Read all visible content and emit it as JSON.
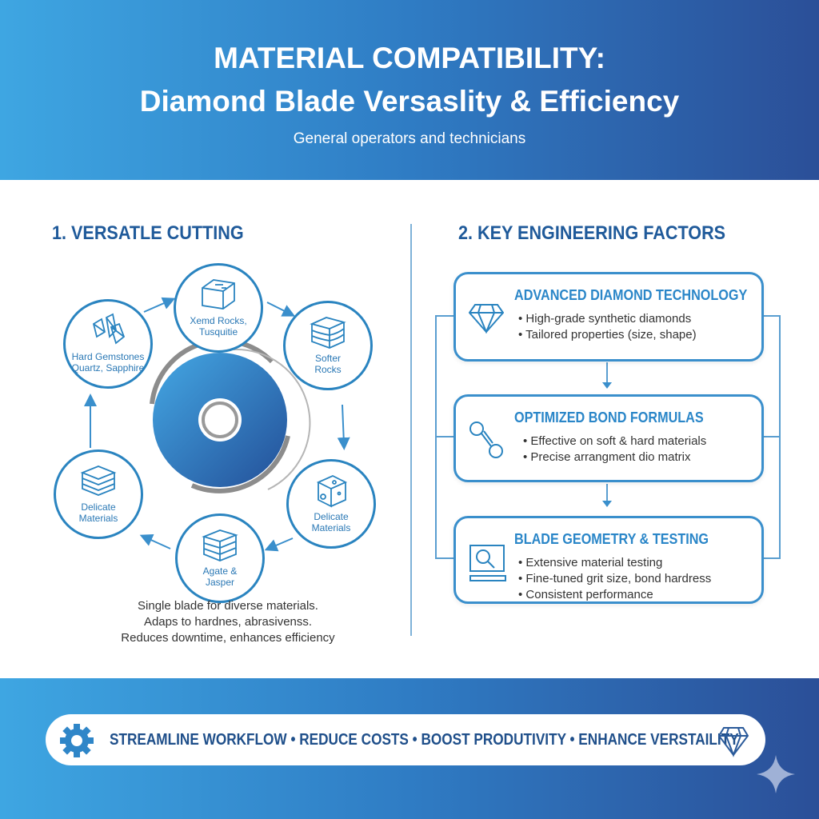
{
  "header": {
    "title_line1": "MATERIAL COMPATIBILITY:",
    "title_line2": "Diamond Blade Versaslity & Efficiency",
    "subtitle": "General operators and technicians"
  },
  "left": {
    "heading": "1. VERSATLE CUTTING",
    "nodes": [
      {
        "line1": "Xemd Rocks,",
        "line2": "Tusquitie",
        "icon": "stone-block-icon"
      },
      {
        "line1": "Softer",
        "line2": "Rocks",
        "icon": "layered-rock-icon"
      },
      {
        "line1": "Delicate",
        "line2": "Materials",
        "icon": "porous-cube-icon"
      },
      {
        "line1": "Agate &",
        "line2": "Jasper",
        "icon": "banded-stone-icon"
      },
      {
        "line1": "Delicate",
        "line2": "Materials",
        "icon": "stacked-layers-icon"
      },
      {
        "line1": "Hard Gemstones",
        "line2": "Quartz, Sapphire",
        "icon": "crystals-icon"
      }
    ],
    "description": [
      "Single blade for diverse materials.",
      "Adaps to hardnes, abrasivenss.",
      "Reduces downtime, enhances efficiency"
    ]
  },
  "right": {
    "heading": "2. KEY ENGINEERING FACTORS",
    "cards": [
      {
        "title": "ADVANCED DIAMOND TECHNOLOGY",
        "icon": "diamond-icon",
        "bullets": [
          "High-grade synthetic diamonds",
          "Tailored properties (size, shape)"
        ]
      },
      {
        "title": "OPTIMIZED BOND FORMULAS",
        "icon": "bond-link-icon",
        "bullets": [
          "Effective on soft & hard materials",
          "Precise arrangment dio matrix"
        ]
      },
      {
        "title": "BLADE GEOMETRY & TESTING",
        "icon": "testing-magnifier-icon",
        "bullets": [
          "Extensive material testing",
          "Fine-tuned grit size, bond hardress",
          "Consistent performance"
        ]
      }
    ]
  },
  "footer": {
    "text": "STREAMLINE WORKFLOW • REDUCE COSTS • BOOST PRODUTIVITY • ENHANCE VERSTAILITY"
  },
  "colors": {
    "accent": "#2a84c0",
    "heading": "#1f5a9a",
    "band_left": "#3ea6e2",
    "band_right": "#2b4f98"
  }
}
